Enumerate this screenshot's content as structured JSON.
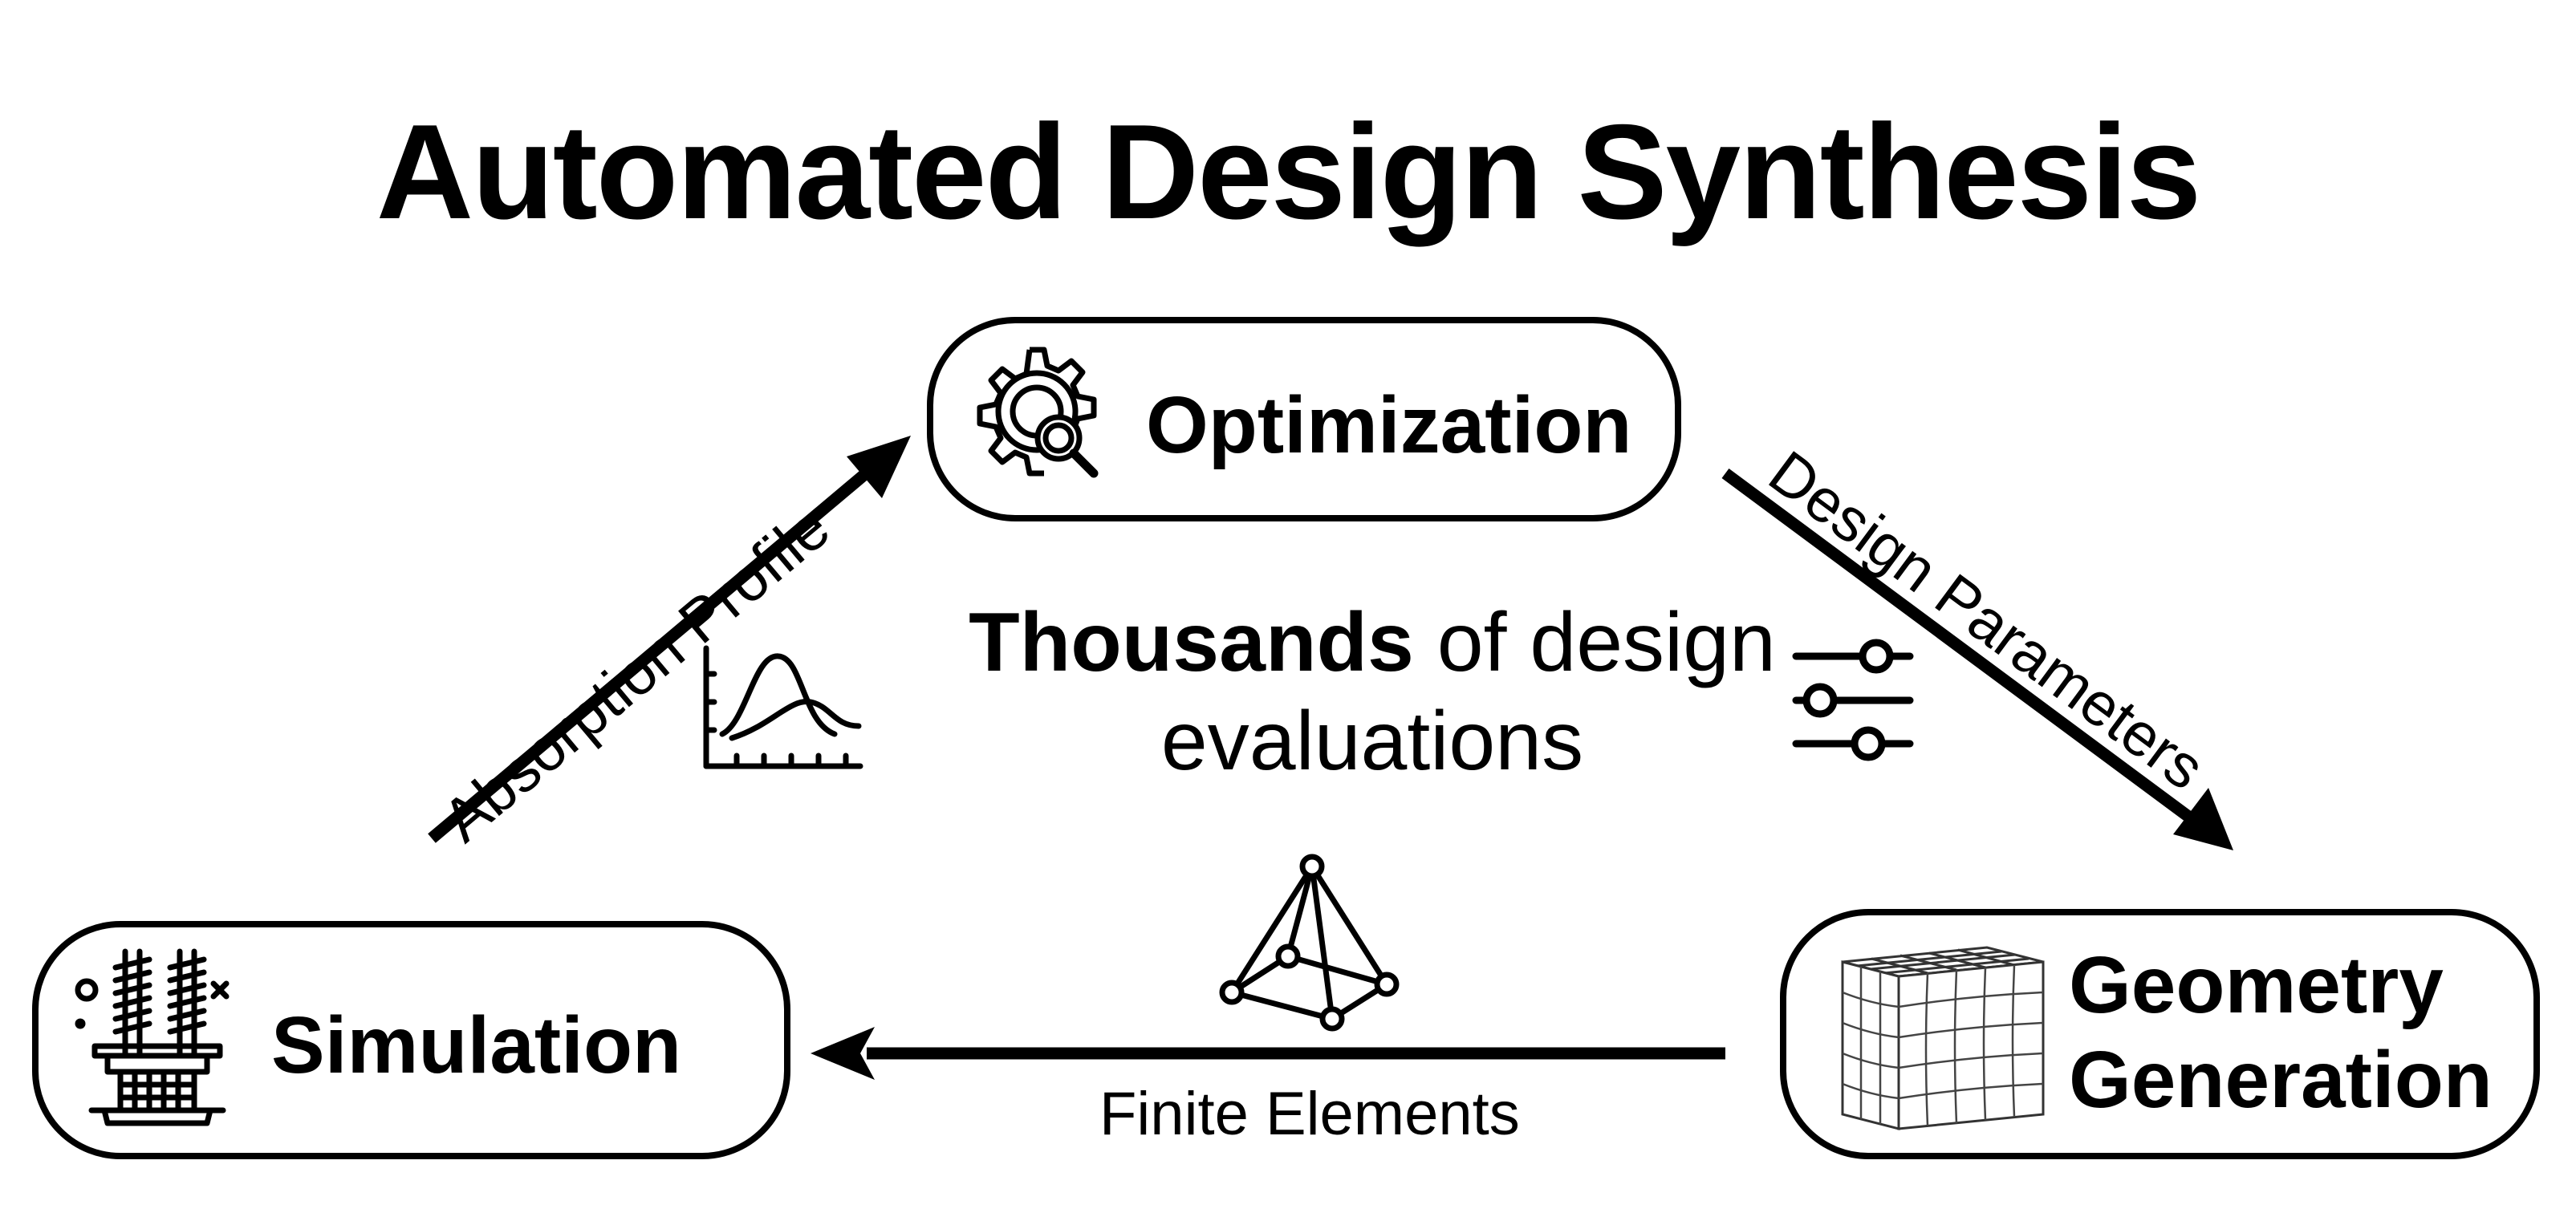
{
  "title": "Automated Design Synthesis",
  "nodes": {
    "optimization": {
      "label": "Optimization",
      "icon": "gear-magnifier-icon"
    },
    "simulation": {
      "label": "Simulation",
      "icon": "simulation-rig-icon"
    },
    "geometry": {
      "label_line1": "Geometry",
      "label_line2": "Generation",
      "icon": "lattice-block-icon"
    }
  },
  "edges": {
    "simulation_to_optimization": {
      "label": "Absorption Profile",
      "icon": "distribution-curve-icon"
    },
    "optimization_to_geometry": {
      "label": "Design Parameters",
      "icon": "sliders-icon"
    },
    "geometry_to_simulation": {
      "label": "Finite Elements",
      "icon": "tetrahedron-mesh-icon"
    }
  },
  "center": {
    "bold": "Thousands",
    "rest_line1": " of design",
    "line2": "evaluations"
  }
}
